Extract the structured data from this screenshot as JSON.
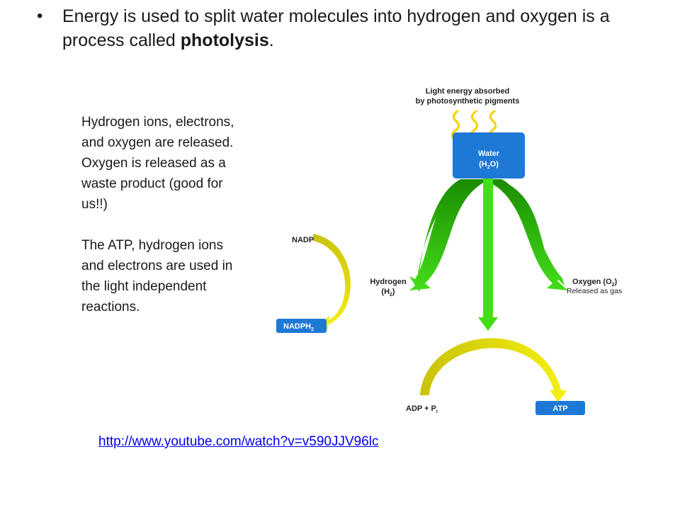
{
  "bullet": {
    "text_before": "Energy is used to split water molecules into hydrogen and oxygen is a process called ",
    "bold_term": "photolysis",
    "text_after": "."
  },
  "side_text": {
    "paragraph_1": "Hydrogen ions, electrons, and oxygen are released. Oxygen is released as a waste product (good for us!!)",
    "paragraph_2": "The ATP, hydrogen ions and electrons are used in the light independent reactions."
  },
  "link": {
    "url": "http://www.youtube.com/watch?v=v590JJV96lc"
  },
  "diagram": {
    "light_label_line1": "Light energy absorbed",
    "light_label_line2": "by photosynthetic pigments",
    "water_label": "Water",
    "water_formula": {
      "open": "(H",
      "sub": "2",
      "close": "O)"
    },
    "nadp_label": "NADP",
    "nadph": {
      "base": "NADPH",
      "sub": "2"
    },
    "hydrogen_label": "Hydrogen",
    "hydrogen_formula": {
      "open": "(H",
      "sub": "2",
      "close": ")"
    },
    "oxygen_label": {
      "base": "Oxygen (O",
      "sub": "2",
      "close": ")"
    },
    "oxygen_note": "Released as gas",
    "adp": {
      "base": "ADP + P",
      "sub": "i"
    },
    "atp_label": "ATP",
    "colors": {
      "box_blue": "#1e78d6",
      "green_dark": "#1a8c00",
      "green_light": "#44dd1a",
      "yellow": "#ede80a",
      "olive": "#c9c20a",
      "ray_yellow": "#f5d30a"
    }
  }
}
